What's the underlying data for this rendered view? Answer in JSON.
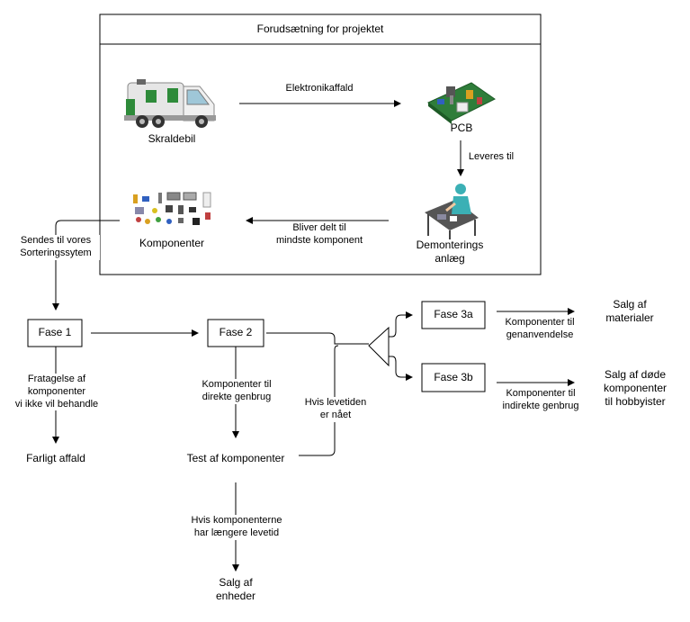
{
  "prerequisites": {
    "title": "Forudsætning for projektet",
    "garbage_truck": "Skraldebil",
    "pcb": "PCB",
    "dismantling_plant": "Demonterings\nanlæg",
    "components": "Komponenter",
    "edge_waste": "Elektronikaffald",
    "edge_delivered": "Leveres til",
    "edge_split": "Bliver delt til\nmindste komponent"
  },
  "flow": {
    "edge_sorting": "Sendes til vores\nSorteringssytem",
    "phase1": "Fase 1",
    "phase2": "Fase 2",
    "phase3a": "Fase 3a",
    "phase3b": "Fase 3b",
    "edge_removal": "Fratagelse af\nkomponenter\nvi ikke vil behandle",
    "hazardous_waste": "Farligt affald",
    "edge_direct_reuse": "Komponenter til\ndirekte genbrug",
    "component_test": "Test af komponenter",
    "edge_end_of_life": "Hvis levetiden\ner nået",
    "edge_longer_life": "Hvis komponenterne\nhar længere levetid",
    "sale_units": "Salg af\nenheder",
    "edge_recycling": "Komponenter til\ngenanvendelse",
    "sale_materials": "Salg af\nmaterialer",
    "edge_indirect_reuse": "Komponenter til\nindirekte genbrug",
    "sale_dead_components": "Salg af døde\nkomponenter\ntil hobbyister"
  },
  "colors": {
    "line": "#000000",
    "truck_body": "#e6e6e6",
    "truck_green": "#2e8b3a",
    "pcb_green": "#2f7d3a",
    "worker_teal": "#3bb0b5",
    "table_gray": "#555555"
  }
}
